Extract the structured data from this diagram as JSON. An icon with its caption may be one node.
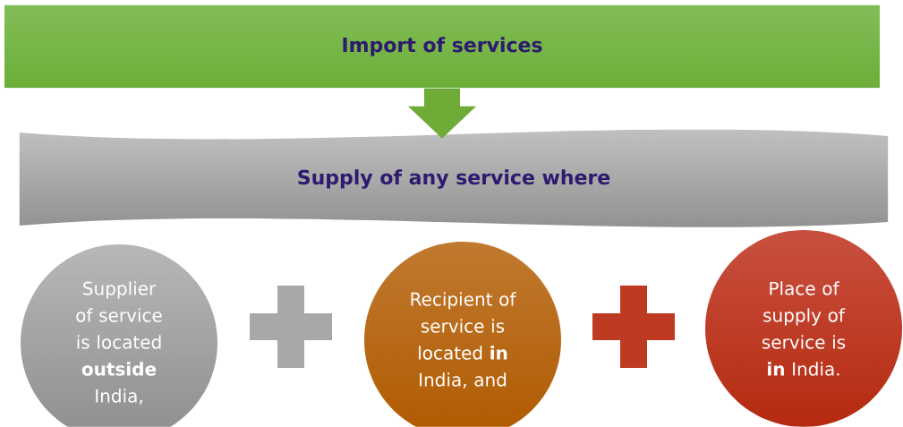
{
  "diagram": {
    "nodes": [
      {
        "text": [
          "Import of services"
        ]
      },
      {
        "text": [
          "Supply of any service where"
        ]
      },
      {
        "text": [
          "Supplier of service is located **outside** India,"
        ]
      },
      {
        "text": [],
        "shape": "plus"
      },
      {
        "text": [
          "Recipient of service is located **in** India, and"
        ]
      },
      {
        "text": [],
        "shape": "plus"
      },
      {
        "text": [
          "Place of supply of service is **in** India."
        ]
      }
    ],
    "edges": [
      {
        "from": 0,
        "to": 1,
        "arrow": "to"
      }
    ]
  }
}
